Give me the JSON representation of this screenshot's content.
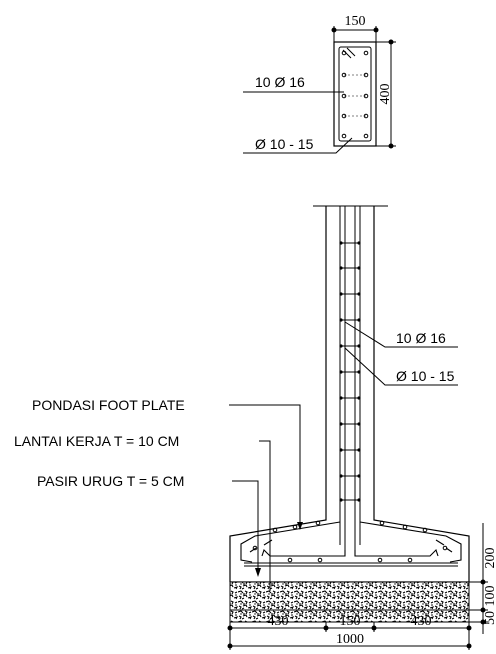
{
  "column_section": {
    "width_dim": "150",
    "height_dim": "400",
    "main_rebar_label": "10 Ø 16",
    "stirrup_label": "Ø 10 - 15"
  },
  "elevation": {
    "main_rebar_label": "10 Ø 16",
    "stirrup_label": "Ø 10 - 15",
    "callouts": {
      "foundation": "PONDASI FOOT PLATE",
      "work_floor": "LANTAI KERJA T = 10 CM",
      "sand_fill": "PASIR URUG T = 5 CM"
    },
    "dims_vertical": {
      "slab": "200",
      "work_floor": "100",
      "sand": "50"
    },
    "dims_horizontal": {
      "left": "430",
      "column": "150",
      "right": "430",
      "total": "1000"
    }
  }
}
